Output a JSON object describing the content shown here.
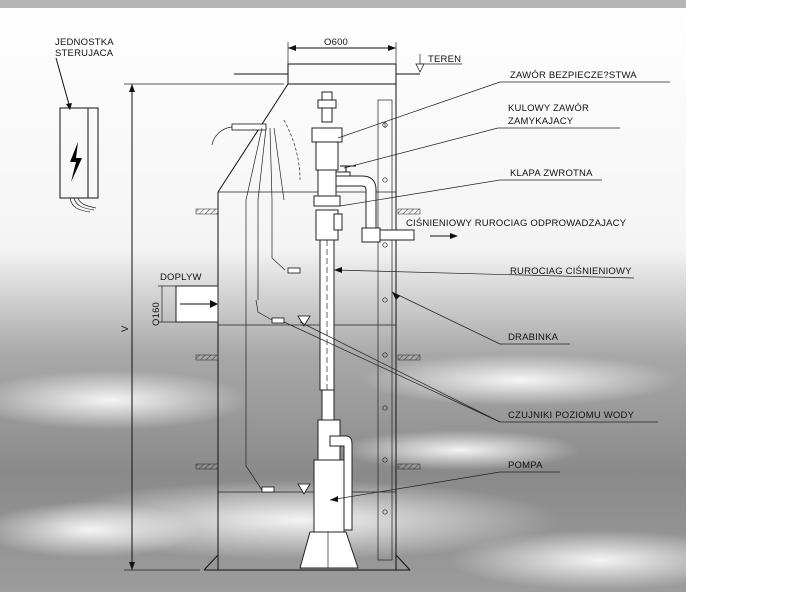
{
  "labels": {
    "control_unit": [
      "JEDNOSTKA",
      "STERUJACA"
    ],
    "diameter": "O600",
    "terrain": "TEREN",
    "safety_valve": "ZAWÓR BEZPIECZE?STWA",
    "ball_valve": [
      "KULOWY ZAWÓR",
      "ZAMYKAJACY"
    ],
    "check_valve": "KLAPA ZWROTNA",
    "outlet_pipe": "CIŚNIENIOWY RUROCIAG ODPROWADZAJACY",
    "pressure_pipe": "RUROCIAG CIŚNIENIOWY",
    "ladder": "DRABINKA",
    "inflow": "DOPLYW",
    "inflow_diameter": "O160",
    "height": "V",
    "level_sensors": "CZUJNIKI POZIOMU WODY",
    "pump": "POMPA"
  },
  "colors": {
    "line": "#111111",
    "header_bar": "#b5b5b5",
    "sky_light": "#f2f2f2",
    "sky_dark": "#8c8c8c",
    "lightning": "#000000"
  },
  "icons": {
    "control_unit": "lightning-bolt-icon",
    "water_level": "water-level-triangle-icon"
  }
}
